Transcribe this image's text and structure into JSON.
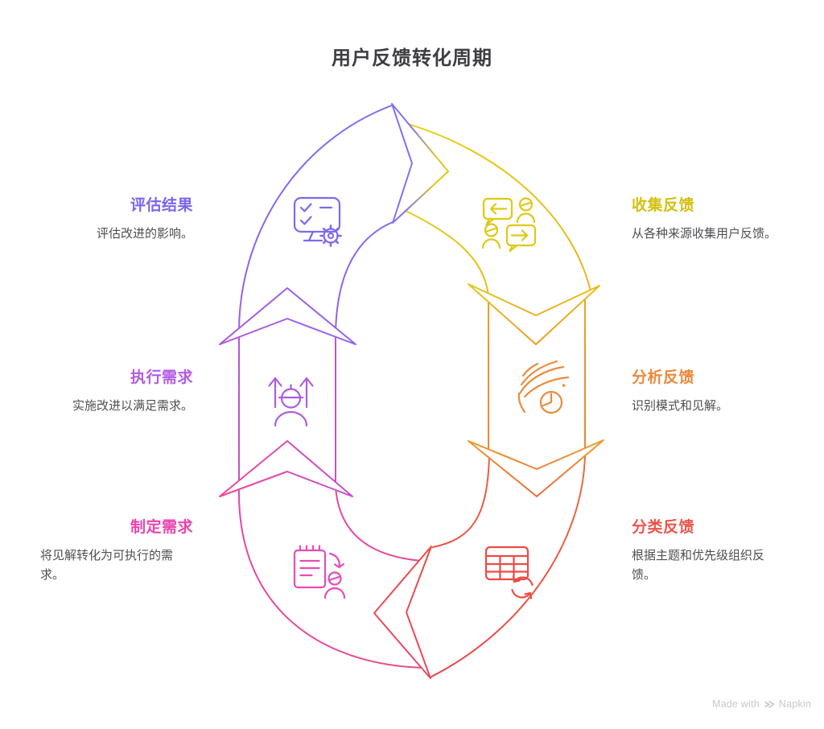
{
  "title": "用户反馈转化周期",
  "steps": [
    {
      "id": "collect",
      "label": "收集反馈",
      "description": "从各种来源收集用户反馈。",
      "color": "#d3c011",
      "icon": "chat-feedback-icon",
      "side": "right"
    },
    {
      "id": "analyze",
      "label": "分析反馈",
      "description": "识别模式和见解。",
      "color": "#e9893b",
      "icon": "insight-analysis-icon",
      "side": "right"
    },
    {
      "id": "categorize",
      "label": "分类反馈",
      "description": "根据主题和优先级组织反馈。",
      "color": "#ee544b",
      "icon": "table-sync-icon",
      "side": "right"
    },
    {
      "id": "formulate",
      "label": "制定需求",
      "description": "将见解转化为可执行的需求。",
      "color": "#e844af",
      "icon": "notes-user-icon",
      "side": "left"
    },
    {
      "id": "execute",
      "label": "执行需求",
      "description": "实施改进以满足需求。",
      "color": "#b45be4",
      "icon": "user-up-arrows-icon",
      "side": "left"
    },
    {
      "id": "evaluate",
      "label": "评估结果",
      "description": "评估改进的影响。",
      "color": "#7c64ee",
      "icon": "checklist-gear-icon",
      "side": "left"
    }
  ],
  "colors": {
    "title": "#3d3d42",
    "description": "#4f4f55",
    "arrow_violet": "#8471f0",
    "arrow_yellow": "#e2cc14",
    "arrow_orange": "#ec8c3c",
    "arrow_red": "#eb4a44",
    "arrow_pink": "#ed4a88",
    "arrow_purple": "#a75be6",
    "watermark": "#c7c8cc"
  },
  "watermark": {
    "text": "Made with",
    "brand": "Napkin",
    "logo": "napkin-logo-icon"
  }
}
